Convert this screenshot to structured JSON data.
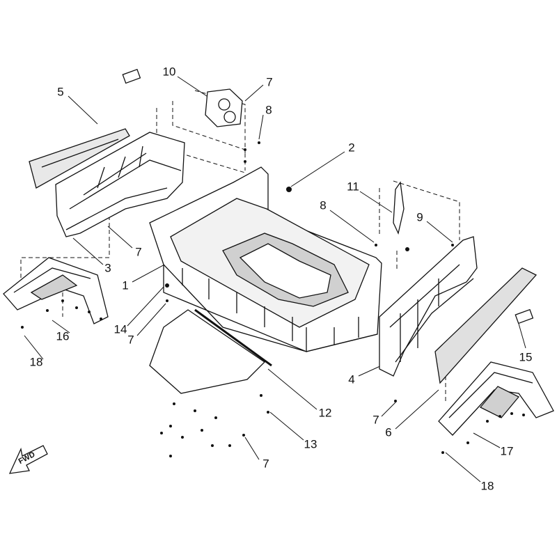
{
  "title": "Cargo box exploded parts diagram",
  "callouts": [
    {
      "id": "c10a",
      "label": "10"
    },
    {
      "id": "c7a",
      "label": "7"
    },
    {
      "id": "c8a",
      "label": "8"
    },
    {
      "id": "c5",
      "label": "5"
    },
    {
      "id": "c2",
      "label": "2"
    },
    {
      "id": "c11",
      "label": "11"
    },
    {
      "id": "c8b",
      "label": "8"
    },
    {
      "id": "c9",
      "label": "9"
    },
    {
      "id": "c7b",
      "label": "7"
    },
    {
      "id": "c3",
      "label": "3"
    },
    {
      "id": "c1",
      "label": "1"
    },
    {
      "id": "c14",
      "label": "14"
    },
    {
      "id": "c16",
      "label": "16"
    },
    {
      "id": "c7c",
      "label": "7"
    },
    {
      "id": "c18a",
      "label": "18"
    },
    {
      "id": "c15",
      "label": "15"
    },
    {
      "id": "c4",
      "label": "4"
    },
    {
      "id": "c7d",
      "label": "7"
    },
    {
      "id": "c6",
      "label": "6"
    },
    {
      "id": "c12",
      "label": "12"
    },
    {
      "id": "c13",
      "label": "13"
    },
    {
      "id": "c7e",
      "label": "7"
    },
    {
      "id": "c17",
      "label": "17"
    },
    {
      "id": "c18b",
      "label": "18"
    }
  ],
  "direction_indicator": {
    "label": "FWD"
  },
  "colors": {
    "line": "#111111",
    "fill": "#ffffff",
    "shade": "#d8d8d8"
  }
}
